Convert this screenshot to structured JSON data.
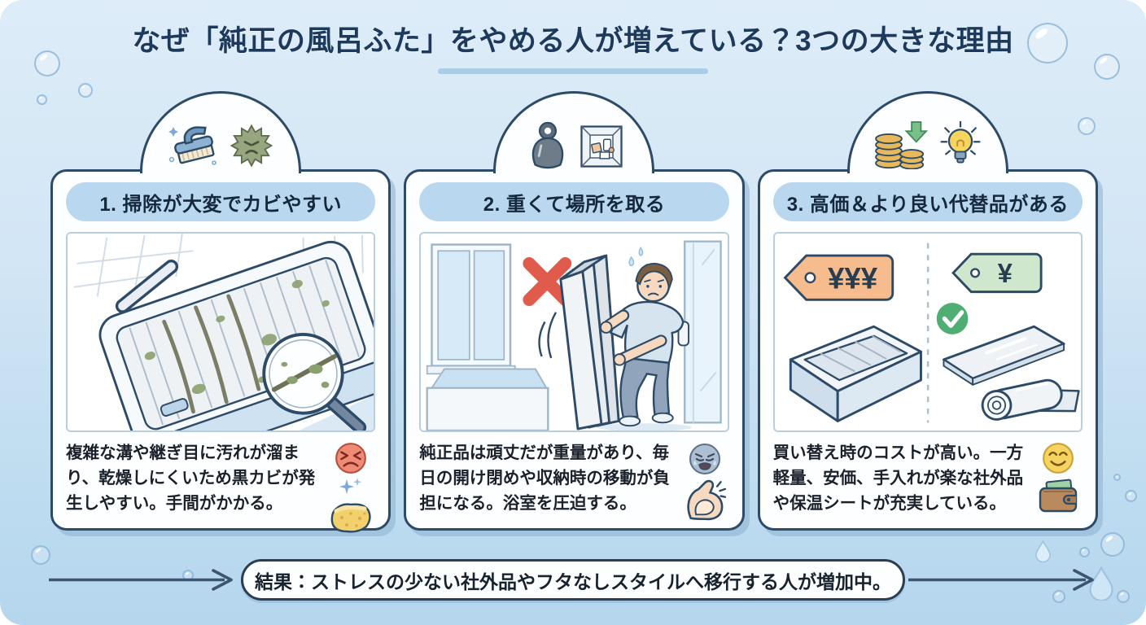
{
  "title": "なぜ「純正の風呂ふた」をやめる人が増えている？3つの大きな理由",
  "cards": [
    {
      "header": "1. 掃除が大変でカビやすい",
      "body": "複雑な溝や継ぎ目に汚れが溜まり、乾燥しにくいため黒カビが発生しやすい。手間がかかる。",
      "top_icons": [
        "scrub-brush-icon",
        "mold-germ-icon"
      ],
      "body_icons": [
        "angry-face-icon",
        "sparkles-icon",
        "sponge-icon"
      ],
      "illustration": "moldy shutter-style bath lid on tub with magnifying glass showing black mold"
    },
    {
      "header": "2. 重くて場所を取る",
      "body": "純正品は頑丈だが重量があり、毎日の開け閉めや収納時の移動が負担になる。浴室を圧迫する。",
      "top_icons": [
        "kettlebell-icon",
        "storage-box-icon"
      ],
      "body_icons": [
        "tired-face-icon",
        "bicep-icon"
      ],
      "illustration": "man struggling to carry heavy folding bath lid in bathroom, red X mark"
    },
    {
      "header": "3. 高価＆より良い代替品がある",
      "body": "買い替え時のコストが高い。一方軽量、安価、手入れが楽な社外品や保温シートが充実している。",
      "top_icons": [
        "coins-discount-icon",
        "lightbulb-icon"
      ],
      "body_icons": [
        "smiley-face-icon",
        "wallet-icon"
      ],
      "tag_expensive": "¥¥¥",
      "tag_cheap": "¥",
      "illustration": "price comparison: genuine lid with ¥¥¥ tag vs lightweight board and roll sheet with ¥ tag and green check"
    }
  ],
  "conclusion": "結果：ストレスの少ない社外品やフタなしスタイルへ移行する人が増加中。",
  "icons": {
    "scrub-brush-icon": "blue cleaning brush",
    "mold-germ-icon": "green spiky mold germ",
    "kettlebell-icon": "gray heavy weight",
    "storage-box-icon": "crowded storage box",
    "coins-discount-icon": "coin stacks with green down arrow",
    "lightbulb-icon": "glowing idea bulb",
    "angry-face-icon": "red angry face",
    "sparkles-icon": "blue sparkles",
    "sponge-icon": "yellow sponge",
    "tired-face-icon": "blue exhausted face",
    "bicep-icon": "flexed arm muscle",
    "smiley-face-icon": "yellow happy face",
    "wallet-icon": "brown wallet with bills",
    "red-x-icon": "red cross mark",
    "check-icon": "green circle check",
    "magnifier-icon": "magnifying glass"
  },
  "colors": {
    "title_text": "#1d3a5c",
    "header_pill_bg": "#b9d7ef",
    "card_border": "#2d4a66",
    "background_top": "#ddecf8",
    "background_bottom": "#b5d6ee",
    "accent_red": "#e05b4b",
    "accent_green": "#4fae73",
    "tag_orange": "#f6bc8e",
    "tag_green": "#cfe8cd",
    "arrow": "#3d5570"
  }
}
